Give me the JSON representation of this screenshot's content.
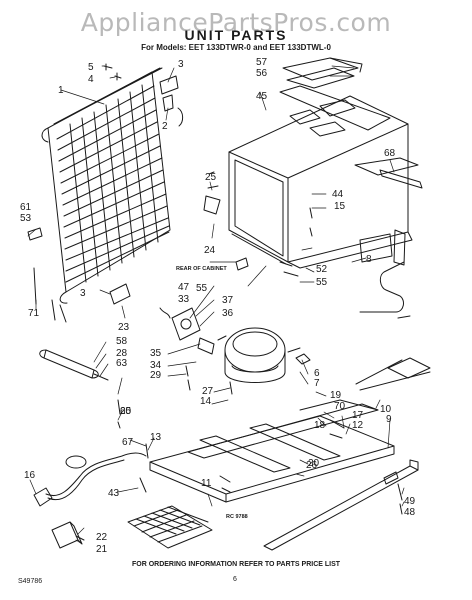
{
  "watermark": "AppliancePartsPros.com",
  "title": "UNIT PARTS",
  "subtitle": "For Models: EET 133DTWR-0  and EET 133DTWL-0",
  "diagram_note": "REAR OF CABINET",
  "diagram_code": "RC 9788",
  "footer_note": "FOR ORDERING INFORMATION REFER TO PARTS PRICE LIST",
  "doc_code": "S49786",
  "page_number": "6",
  "callouts": [
    "1",
    "2",
    "3",
    "3",
    "4",
    "5",
    "6",
    "7",
    "8",
    "9",
    "10",
    "11",
    "12",
    "13",
    "14",
    "15",
    "16",
    "17",
    "18",
    "19",
    "20",
    "20",
    "21",
    "22",
    "23",
    "24",
    "25",
    "26",
    "27",
    "28",
    "29",
    "33",
    "34",
    "35",
    "36",
    "37",
    "43",
    "44",
    "45",
    "47",
    "48",
    "49",
    "52",
    "53",
    "55",
    "55",
    "56",
    "57",
    "58",
    "61",
    "63",
    "65",
    "67",
    "68",
    "70",
    "71"
  ]
}
